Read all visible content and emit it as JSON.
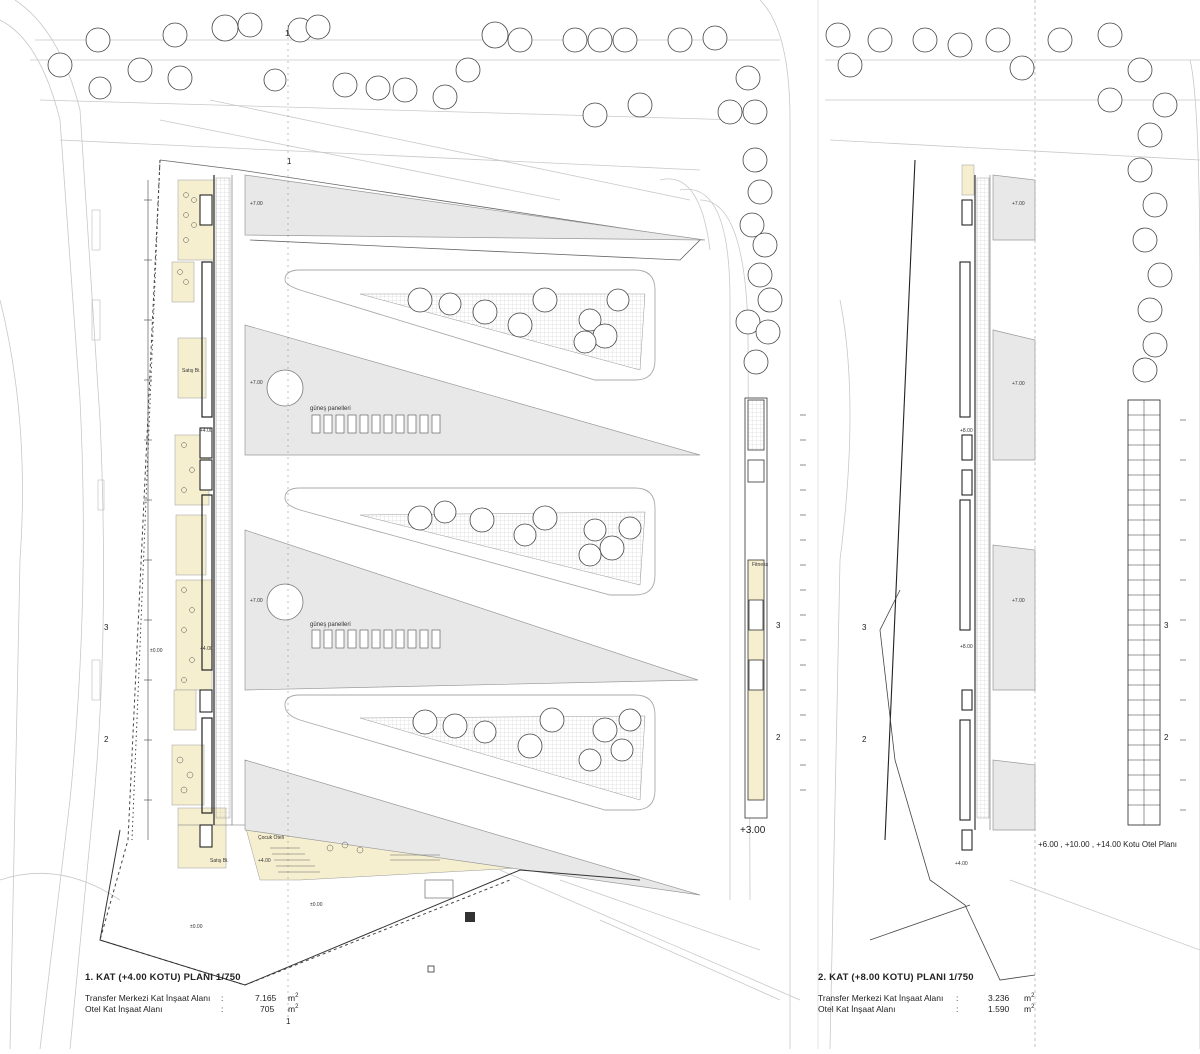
{
  "plan1": {
    "title": "1. KAT (+4.00 KOTU) PLANI 1/750",
    "rows": [
      {
        "label": "Transfer Merkezi Kat İnşaat Alanı",
        "sep": ":",
        "value": "7.165",
        "unit": "m"
      },
      {
        "label": "Otel Kat İnşaat Alanı",
        "sep": ":",
        "value": "705",
        "unit": "m"
      }
    ],
    "unit_exp": "2",
    "level_big": "+3.00"
  },
  "plan2": {
    "title": "2. KAT (+8.00 KOTU) PLANI 1/750",
    "rows": [
      {
        "label": "Transfer Merkezi Kat İnşaat Alanı",
        "sep": ":",
        "value": "3.236",
        "unit": "m"
      },
      {
        "label": "Otel Kat İnşaat Alanı",
        "sep": ":",
        "value": "1.590",
        "unit": "m"
      }
    ],
    "unit_exp": "2"
  },
  "hotel_plan_label": "+6.00 , +10.00 , +14.00 Kotu Otel Planı",
  "annotations": {
    "solar_panels": "güneş panelleri",
    "level_700": "+7.00",
    "level_400": "+4.00",
    "level_000": "±0.00",
    "level_800": "+8.00",
    "section_1": "1",
    "section_2": "2",
    "section_3": "3",
    "fitness": "Fitness",
    "cafe": "Çocuk Oteli",
    "sales": "Satış Bi."
  }
}
